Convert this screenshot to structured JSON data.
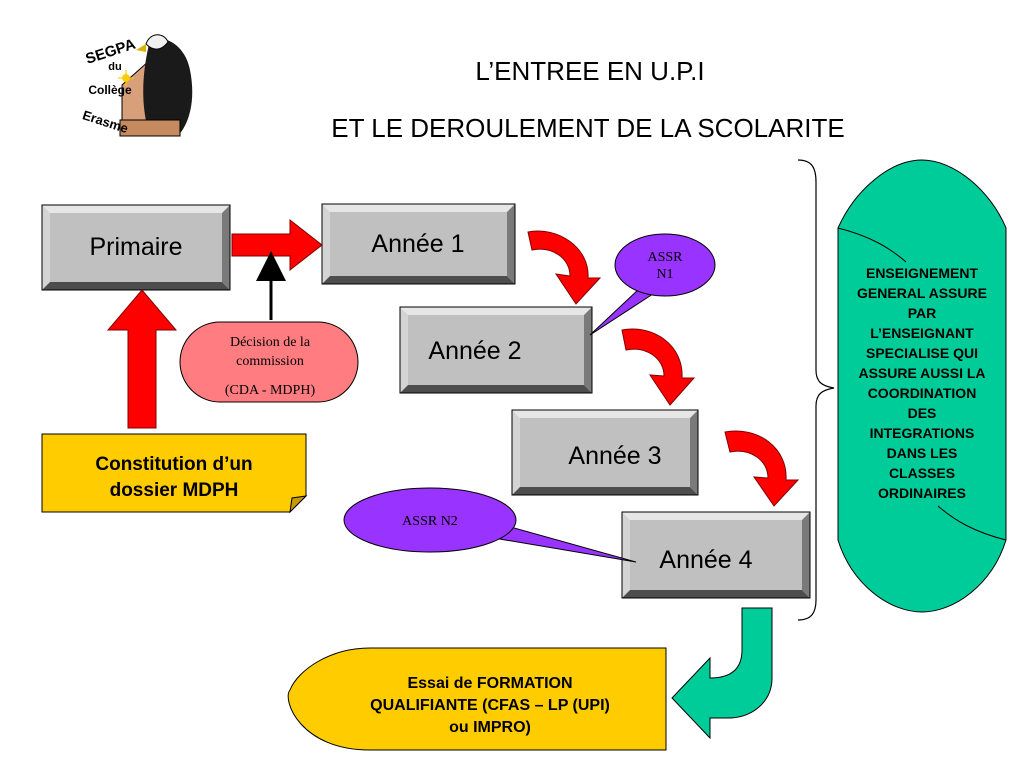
{
  "title": {
    "line1": "L’ENTREE EN U.P.I",
    "line2": "ET LE DEROULEMENT DE LA SCOLARITE"
  },
  "logo": {
    "line1": "SEGPA",
    "line2": "du",
    "line3": "Collège",
    "line4": "Erasme"
  },
  "boxes": {
    "primaire": "Primaire",
    "annee1": "Année 1",
    "annee2": "Année 2",
    "annee3": "Année 3",
    "annee4": "Année 4"
  },
  "decision": {
    "line1": "Décision de la",
    "line2": "commission",
    "line3": "(CDA - MDPH)"
  },
  "dossier": {
    "line1": "Constitution d’un",
    "line2": "dossier MDPH"
  },
  "assr_n1": {
    "line1": "ASSR",
    "line2": "N1"
  },
  "assr_n2": "ASSR N2",
  "formation": {
    "line1": "Essai de FORMATION",
    "line2": "QUALIFIANTE (CFAS – LP (UPI)",
    "line3": "ou IMPRO)"
  },
  "enseignement": {
    "lines": [
      "ENSEIGNEMENT",
      "GENERAL ASSURE",
      "PAR",
      "L’ENSEIGNANT",
      "SPECIALISE QUI",
      "ASSURE AUSSI LA",
      "COORDINATION",
      "DES",
      "INTEGRATIONS",
      "DANS LES",
      "CLASSES",
      "ORDINAIRES"
    ]
  },
  "colors": {
    "box_face": "#c0c0c0",
    "box_top": "#e6e6e6",
    "box_left": "#d4d4d4",
    "box_right": "#7a7a7a",
    "box_bottom": "#4d4d4d",
    "red_arrow": "#ff0000",
    "pink_bubble": "#ff7c80",
    "yellow": "#ffcc00",
    "purple": "#9933ff",
    "green": "#00cc99"
  }
}
